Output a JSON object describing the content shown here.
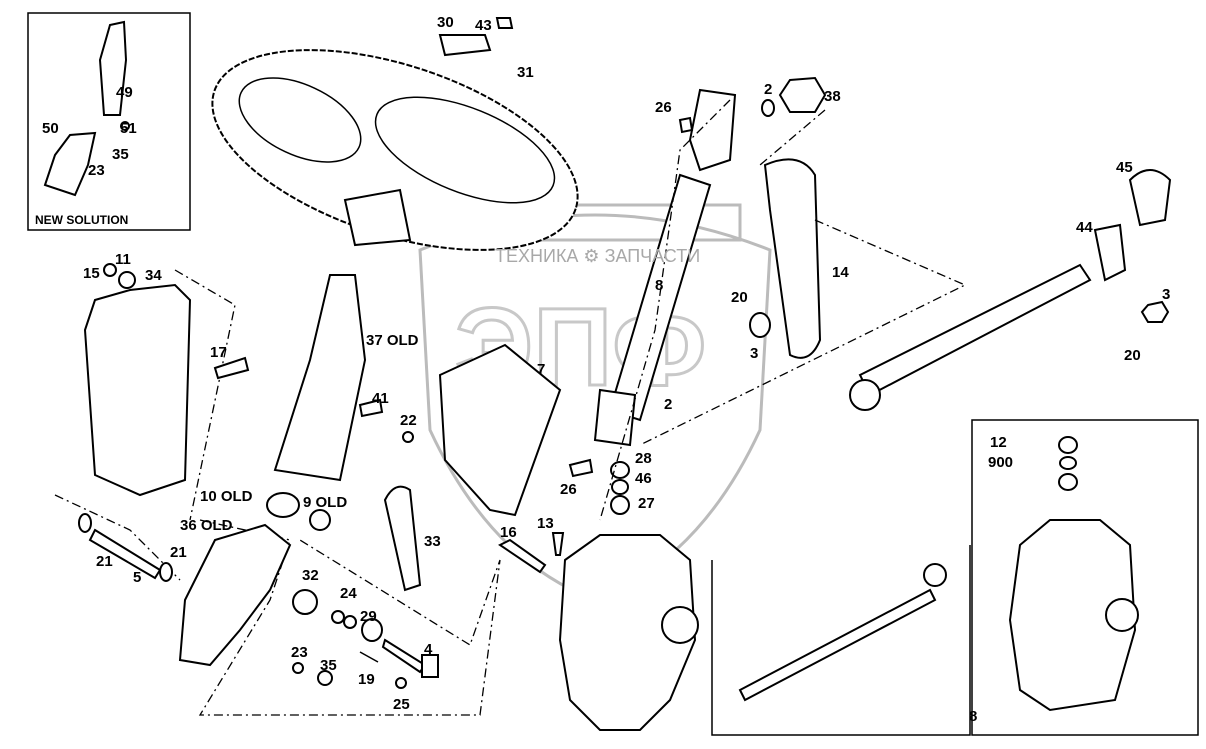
{
  "diagram": {
    "watermark": {
      "text_top": "ТЕХНИКА ⚙ ЗАПЧАСТИ",
      "logo": "ЭПФ"
    },
    "inset_new_solution": {
      "caption": "NEW SOLUTION",
      "labels": [
        "49",
        "50",
        "51",
        "35",
        "23"
      ]
    },
    "labels": {
      "l30": "30",
      "l43": "43",
      "l31": "31",
      "l26a": "26",
      "l2a": "2",
      "l38": "38",
      "l45": "45",
      "l15": "15",
      "l11": "11",
      "l34": "34",
      "l8a": "8",
      "l14": "14",
      "l44": "44",
      "l20a": "20",
      "l3a": "3",
      "l3b": "3",
      "l20b": "20",
      "l37": "37 OLD",
      "l7": "7",
      "l17": "17",
      "l41": "41",
      "l22": "22",
      "l2b": "2",
      "l28": "28",
      "l46": "46",
      "l26b": "26",
      "l27": "27",
      "l13": "13",
      "l10": "10 OLD",
      "l9": "9 OLD",
      "l36": "36 OLD",
      "l21a": "21",
      "l5": "5",
      "l21b": "21",
      "l33": "33",
      "l16": "16",
      "l32": "32",
      "l24": "24",
      "l29": "29",
      "l4": "4",
      "l23": "23",
      "l35": "35",
      "l19": "19",
      "l25": "25",
      "l12": "12",
      "l900": "900",
      "l8b": "8"
    }
  }
}
